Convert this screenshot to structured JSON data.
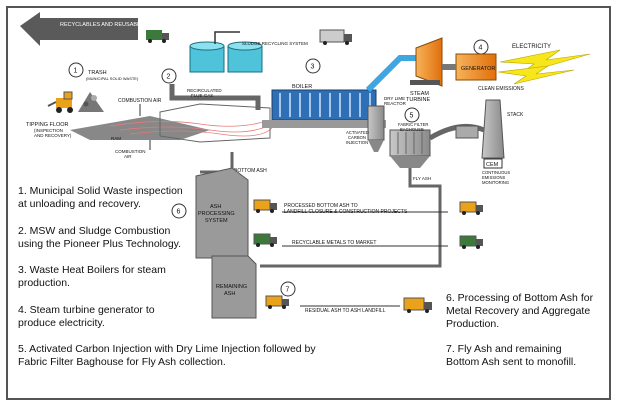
{
  "top_arrow": "RECYCLABLES AND REUSABLE MATERIALS TO MARKET & END USERS",
  "sludge_system": "SLUDGE RECYCLING SYSTEM",
  "step_numbers": [
    "1",
    "2",
    "3",
    "4",
    "5",
    "6",
    "7"
  ],
  "labels": {
    "trash": "TRASH",
    "trash_sub": "(MUNICIPAL SOLID WASTE)",
    "tipping_floor": "TIPPING FLOOR",
    "tipping_sub1": "(INSPECTION",
    "tipping_sub2": "AND RECOVERY)",
    "combustion_air": "COMBUSTION AIR",
    "ram": "RAM",
    "combustion_air2": "COMBUSTION",
    "air": "AIR",
    "recirc1": "RECIRCULATED",
    "recirc2": "FLUE GAS",
    "boiler": "BOILER",
    "steam": "STEAM",
    "turbine": "TURBINE",
    "generator": "GENERATOR",
    "electricity": "ELECTRICITY",
    "clean_emissions": "CLEAN EMISSIONS",
    "stack": "STACK",
    "dry_lime1": "DRY LIME",
    "dry_lime2": "REACTOR",
    "activated1": "ACTIVATED",
    "activated2": "CARBON",
    "activated3": "INJECTION",
    "fabric1": "FABRIC FILTER",
    "fabric2": "BAGHOUSE",
    "cem": "CEM",
    "cem_sub1": "CONTINUOUS",
    "cem_sub2": "EMISSIONS",
    "cem_sub3": "MONITORING",
    "fly_ash": "FLY ASH",
    "bottom_ash": "BOTTOM ASH",
    "ash_proc1": "ASH",
    "ash_proc2": "PROCESSING",
    "ash_proc3": "SYSTEM",
    "processed1": "PROCESSED BOTTOM ASH TO",
    "processed2": "LANDFILL CLOSURE & CONSTRUCTION PROJECTS",
    "recyclable_metals": "RECYCLABLE METALS TO MARKET",
    "remaining1": "REMAINING",
    "remaining2": "ASH",
    "residual": "RESIDUAL ASH TO ASH LANDFILL"
  },
  "captions": {
    "c1": "1. Municipal Solid Waste inspection at unloading and recovery.",
    "c2": "2. MSW and Sludge Combustion using the Pioneer Plus Technology.",
    "c3": "3. Waste Heat Boilers for steam production.",
    "c4": "4. Steam turbine generator to produce electricity.",
    "c5": "5. Activated Carbon Injection with Dry Lime Injection followed by Fabric Filter Baghouse for Fly Ash collection.",
    "c6": "6. Processing of Bottom Ash for Metal Recovery and Aggregate Production.",
    "c7": "7. Fly Ash and remaining Bottom Ash sent to monofill."
  },
  "colors": {
    "boiler_blue": "#2f6fb5",
    "turbine_orange": "#f28a1c",
    "bolt_yellow": "#f6e61a",
    "steam_blue": "#3fa6e0",
    "tank_cyan": "#4fc3d9",
    "truck_green": "#3b7a3b",
    "truck_orange": "#e9a21a",
    "ash_grey": "#9a9a9a"
  }
}
